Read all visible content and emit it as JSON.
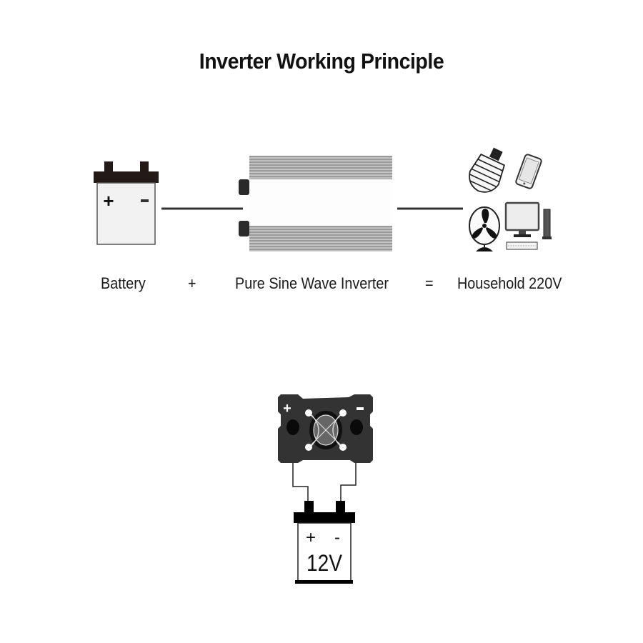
{
  "title": "Inverter Working Principle",
  "equation": {
    "battery_label": "Battery",
    "plus_sign": "+",
    "inverter_label": "Pure Sine Wave Inverter",
    "equals_sign": "=",
    "output_label": "Household 220V"
  },
  "battery_icon": {
    "positive": "+",
    "negative": "-"
  },
  "appliances": [
    "bulb-icon",
    "smartphone-icon",
    "fan-icon",
    "desktop-computer-icon"
  ],
  "wiring_diagram": {
    "inverter_terminals": {
      "positive": "+",
      "negative": "-"
    },
    "battery": {
      "positive": "+",
      "negative": "-",
      "voltage": "12V"
    }
  },
  "colors": {
    "battery_cap": "#231a17",
    "battery_body": "#f2f2f2",
    "inverter_fins": "#9a9a9a",
    "inverter_panel": "#333333",
    "wire": "#2b2b2b"
  }
}
